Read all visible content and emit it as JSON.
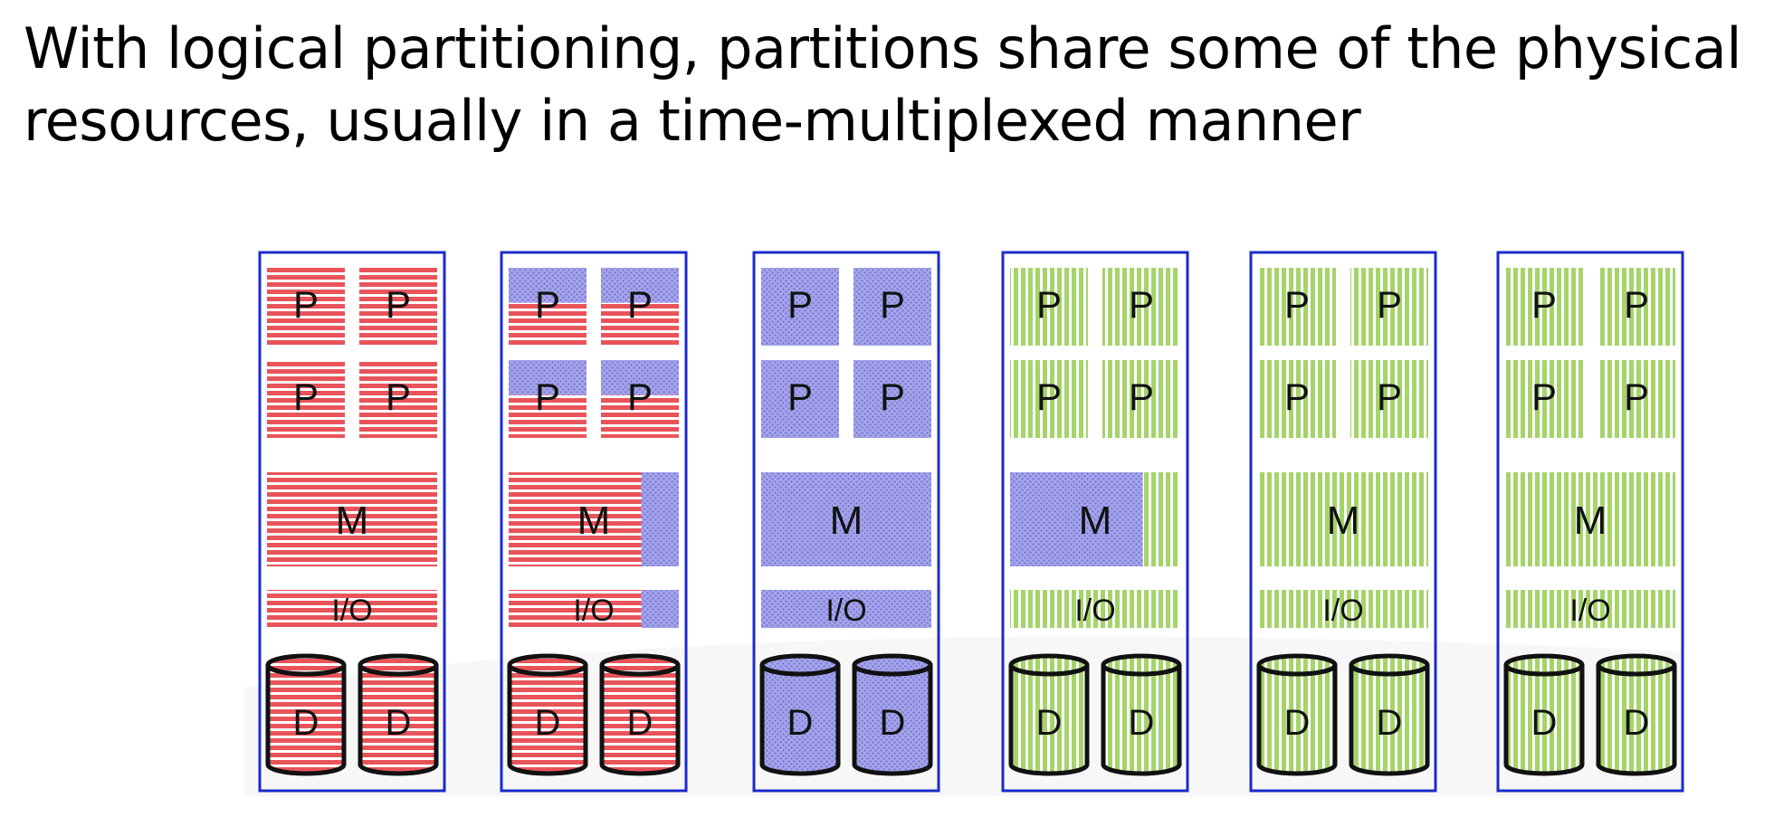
{
  "title": {
    "line1": "With logical partitioning, partitions share some of the physical",
    "line2": "resources, usually in a time-multiplexed manner"
  },
  "colors": {
    "red_fill": "#e8545a",
    "red_stripe": "#ffffff",
    "blue_fill": "#9e9ee6",
    "blue_dots": "#6f6fd0",
    "green_fill": "#a5d46a",
    "green_stripe": "#ffffff",
    "frame": "#1b2bcc",
    "cylinder_edge": "#111111"
  },
  "labels": {
    "processor": "P",
    "memory": "M",
    "io": "I/O",
    "disk": "D"
  },
  "racks": [
    {
      "pattern": "red"
    },
    {
      "pattern": "red-blue"
    },
    {
      "pattern": "blue"
    },
    {
      "pattern": "blue-green"
    },
    {
      "pattern": "green"
    },
    {
      "pattern": "green"
    }
  ]
}
